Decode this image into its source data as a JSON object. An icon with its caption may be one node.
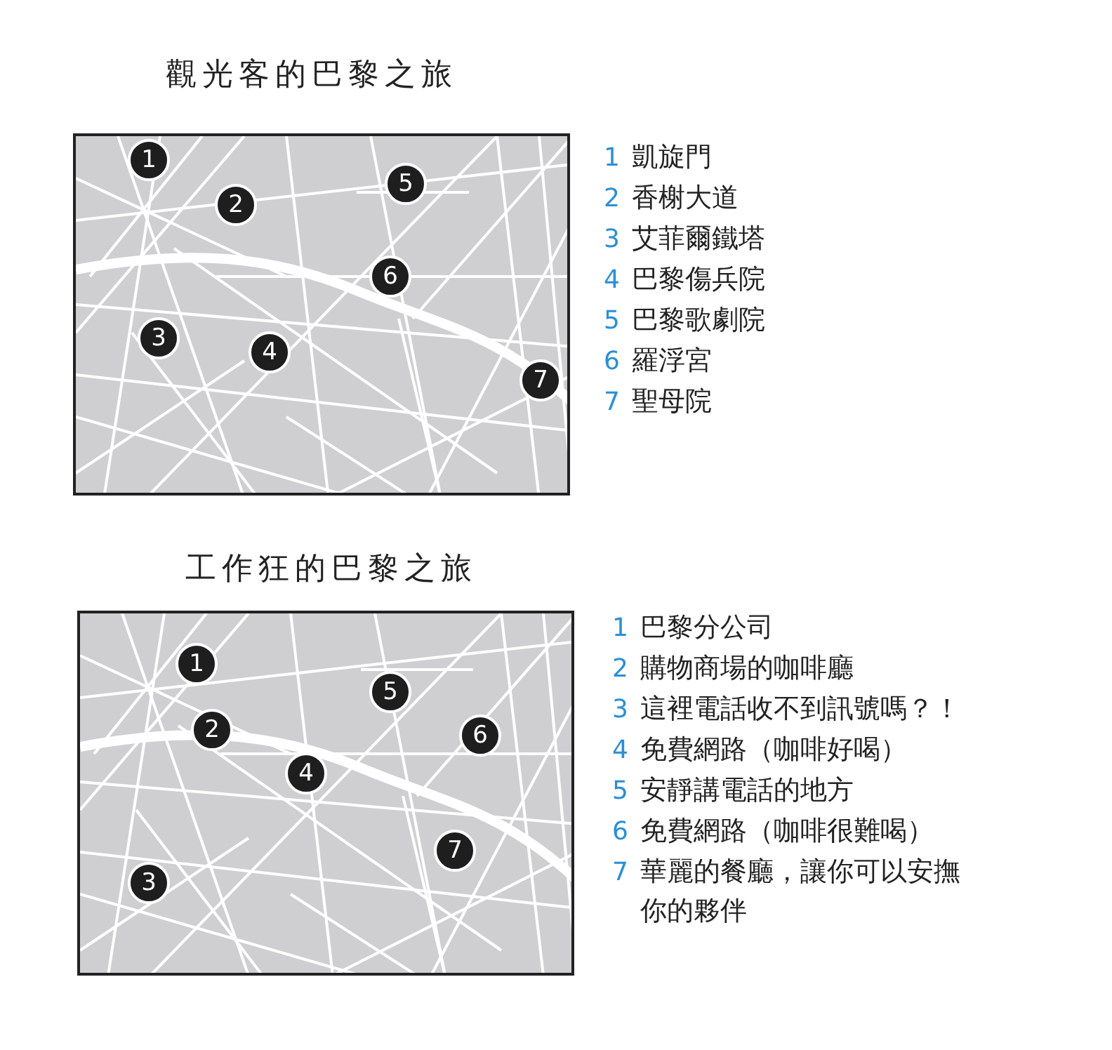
{
  "diagram": {
    "nodes": [
      {
        "text": [],
        "shape": "picture"
      },
      {
        "text": [
          "1"
        ],
        "in": 0
      },
      {
        "text": [
          "2"
        ],
        "in": 0
      },
      {
        "text": [
          "3"
        ],
        "in": 0
      },
      {
        "text": [
          "4"
        ],
        "in": 0
      },
      {
        "text": [
          "5"
        ],
        "in": 0
      },
      {
        "text": [
          "6"
        ],
        "in": 0
      },
      {
        "text": [
          "7"
        ],
        "in": 0
      },
      {
        "text": [],
        "shape": "picture"
      },
      {
        "text": [
          "1"
        ],
        "in": 8
      },
      {
        "text": [
          "2"
        ],
        "in": 8
      },
      {
        "text": [
          "3"
        ],
        "in": 8
      },
      {
        "text": [
          "4"
        ],
        "in": 8
      },
      {
        "text": [
          "5"
        ],
        "in": 8
      },
      {
        "text": [
          "6"
        ],
        "in": 8
      },
      {
        "text": [
          "7"
        ],
        "in": 8
      }
    ],
    "labels": [
      "觀光客的巴黎之旅",
      "1",
      "凱旋門",
      "2",
      "香榭大道",
      "3",
      "艾菲爾鐵塔",
      "4",
      "巴黎傷兵院",
      "5",
      "巴黎歌劇院",
      "6",
      "羅浮宮",
      "7",
      "聖母院",
      "工作狂的巴黎之旅",
      "1",
      "巴黎分公司",
      "2",
      "購物商場的咖啡廳",
      "3",
      "這裡電話收不到訊號嗎？！",
      "4",
      "免費網路（咖啡好喝）",
      "5",
      "安靜講電話的地方",
      "6",
      "免費網路（咖啡很難喝）",
      "7",
      "華麗的餐廳，讓你可以安撫你的夥伴"
    ]
  }
}
